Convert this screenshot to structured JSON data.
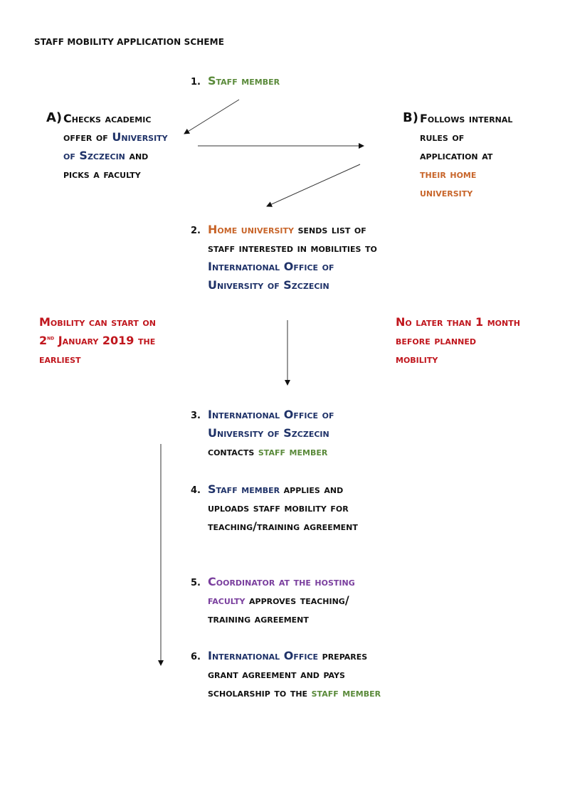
{
  "heading": "STAFF MOBILITY APPLICATION SCHEME",
  "steps": [
    {
      "num": "1.",
      "parts": [
        {
          "t": "Staff member",
          "c": "green"
        }
      ]
    },
    {
      "num": "2.",
      "parts": [
        {
          "t": "Home university",
          "c": "orange"
        },
        {
          "t": " sends list of staff interested in mobilities to ",
          "c": ""
        },
        {
          "t": "International Office of University of Szczecin",
          "c": "blue"
        }
      ]
    },
    {
      "num": "3.",
      "parts": [
        {
          "t": "International Office of University of Szczecin",
          "c": "blue"
        },
        {
          "t": " contacts ",
          "c": ""
        },
        {
          "t": "staff member",
          "c": "green"
        }
      ]
    },
    {
      "num": "4.",
      "parts": [
        {
          "t": "Staff member",
          "c": "blue"
        },
        {
          "t": " applies and uploads staff mobility for teaching/training agreement",
          "c": ""
        }
      ]
    },
    {
      "num": "5.",
      "parts": [
        {
          "t": "Coordinator at the hosting faculty",
          "c": "purple"
        },
        {
          "t": " approves teaching/ training agreement",
          "c": ""
        }
      ]
    },
    {
      "num": "6.",
      "parts": [
        {
          "t": "International Office",
          "c": "blue"
        },
        {
          "t": " prepares grant agreement and pays scholarship to the ",
          "c": ""
        },
        {
          "t": "staff member",
          "c": "green"
        }
      ]
    }
  ],
  "branch_a": {
    "label": "A)",
    "parts": [
      {
        "t": "Checks academic offer of ",
        "c": ""
      },
      {
        "t": "University of Szczecin",
        "c": "blue"
      },
      {
        "t": " and picks a faculty",
        "c": ""
      }
    ]
  },
  "branch_b": {
    "label": "B)",
    "parts": [
      {
        "t": "Follows internal rules of application at ",
        "c": ""
      },
      {
        "t": "their home university",
        "c": "orange"
      }
    ]
  },
  "note_left": {
    "pre": "Mobility can start on 2",
    "sup": "nd",
    "post": " January 2019 the earliest"
  },
  "note_right": "No later than 1 month before planned mobility",
  "colors": {
    "green": "#5a8a3a",
    "blue": "#1f3268",
    "orange": "#c8652a",
    "purple": "#7a3f9e",
    "red": "#c0161d"
  }
}
